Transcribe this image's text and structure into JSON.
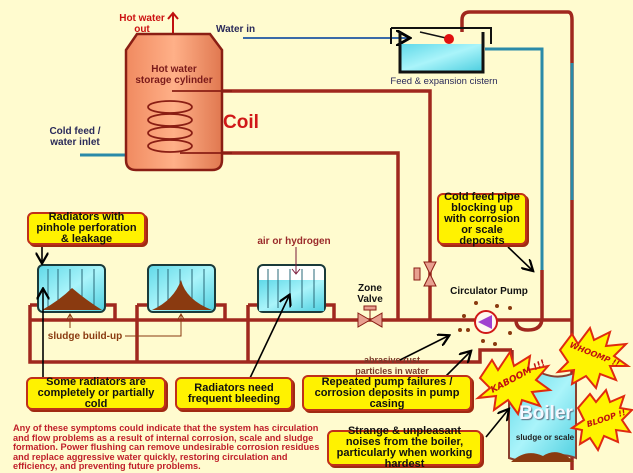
{
  "labels": {
    "hot_water_out": "Hot water out",
    "water_in": "Water in",
    "storage_cylinder": "Hot water storage cylinder",
    "coil": "Coil",
    "cold_feed": "Cold feed / water inlet",
    "cistern": "Feed & expansion cistern",
    "air_or_hydrogen": "air or hydrogen",
    "sludge_build_up": "sludge build-up",
    "zone_valve": "Zone Valve",
    "circulator_pump": "Circulator Pump",
    "abrasive_rust": "abrasive rust particles in water",
    "boiler": "Boiler",
    "sludge_or_scale": "sludge or scale"
  },
  "callouts": {
    "pinhole": "Radiators with pinhole perforation & leakage",
    "cold_feed_pipe": "Cold feed pipe blocking up with corrosion or scale deposits",
    "cold_radiators": "Some radiators are completely or partially cold",
    "bleeding": "Radiators need frequent bleeding",
    "pump_failures": "Repeated pump failures / corrosion deposits in pump casing",
    "noises": "Strange & unpleasant noises from the boiler, particularly when working hardest"
  },
  "bursts": {
    "kaboom": "KABOOM !!!",
    "whoomp": "WHOOMP !!",
    "bloop": "BLOOP !!"
  },
  "note": "Any of these symptoms could indicate that the system has circulation and flow problems as a result of internal corrosion, scale and sludge formation.  Power flushing can remove undesirable corrosion residues and replace aggressive water quickly, restoring circulation and efficiency, and preventing future problems.",
  "colors": {
    "background": "#FFFBCF",
    "pipe_hot": "#A0281E",
    "pipe_cold": "#2A8AA8",
    "callout_fill": "#FFF200",
    "water": "#7FE8F0",
    "sludge": "#8A3A10"
  }
}
